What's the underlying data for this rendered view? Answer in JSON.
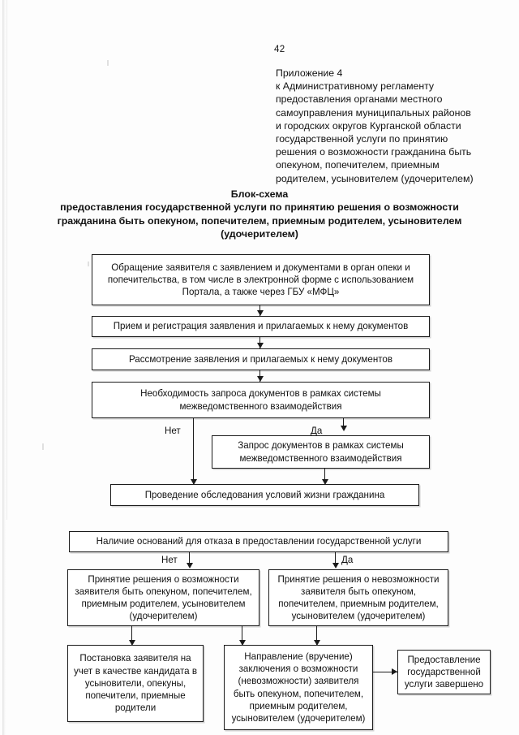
{
  "page": {
    "number": "42"
  },
  "appendix": {
    "lines": [
      "Приложение 4",
      "к Административному регламенту",
      "предоставления органами местного",
      "самоуправления муниципальных районов",
      "и городских округов Курганской области",
      "государственной услуги по принятию",
      "решения о возможности гражданина быть",
      "опекуном, попечителем, приемным",
      "родителем, усыновителем (удочерителем)"
    ]
  },
  "scheme_title": {
    "heading": "Блок-схема",
    "lines": [
      "предоставления государственной услуги по принятию решения о возможности",
      "гражданина быть опекуном, попечителем, приемным родителем, усыновителем",
      "(удочерителем)"
    ]
  },
  "flowchart": {
    "boxes": [
      {
        "id": "application-submission",
        "text": "Обращение заявителя с заявлением и документами в орган опеки и попечительства, в том числе в электронной форме с использованием Портала, а также через ГБУ «МФЦ»"
      },
      {
        "id": "acceptance-registration",
        "text": "Прием и регистрация заявления и прилагаемых к нему документов"
      },
      {
        "id": "review-application",
        "text": "Рассмотрение заявления и прилагаемых к нему документов"
      },
      {
        "id": "need-interagency-request",
        "text": "Необходимость запроса документов в рамках системы межведомственного взаимодействия"
      },
      {
        "id": "interagency-request",
        "text": "Запрос документов в рамках системы межведомственного взаимодействия"
      },
      {
        "id": "living-conditions-survey",
        "text": "Проведение обследования условий жизни гражданина"
      },
      {
        "id": "grounds-for-refusal",
        "text": "Наличие оснований для отказа в предоставлении государственной услуги"
      },
      {
        "id": "decision-possible",
        "text": "Принятие решения о возможности заявителя быть опекуном, попечителем, приемным родителем, усыновителем (удочерителем)"
      },
      {
        "id": "decision-impossible",
        "text": "Принятие решения о невозможности заявителя быть опекуном, попечителем, приемным родителем, усыновителем (удочерителем)"
      },
      {
        "id": "register-candidate",
        "text": "Постановка заявителя на учет в качестве кандидата в усыновители, опекуны, попечители, приемные родители"
      },
      {
        "id": "send-conclusion",
        "text": "Направление (вручение) заключения о возможности (невозможности) заявителя быть опекуном, попечителем, приемным родителем, усыновителем (удочерителем)"
      },
      {
        "id": "service-complete",
        "text": "Предоставление государственной услуги завершено"
      }
    ],
    "branch_labels": {
      "interagency_no": "Нет",
      "interagency_yes": "Да",
      "refusal_no": "Нет",
      "refusal_yes": "Да"
    }
  },
  "colors": {
    "ink": "#1b1b1b",
    "paper": "#fdfdfd",
    "box_fill": "#ffffff"
  }
}
